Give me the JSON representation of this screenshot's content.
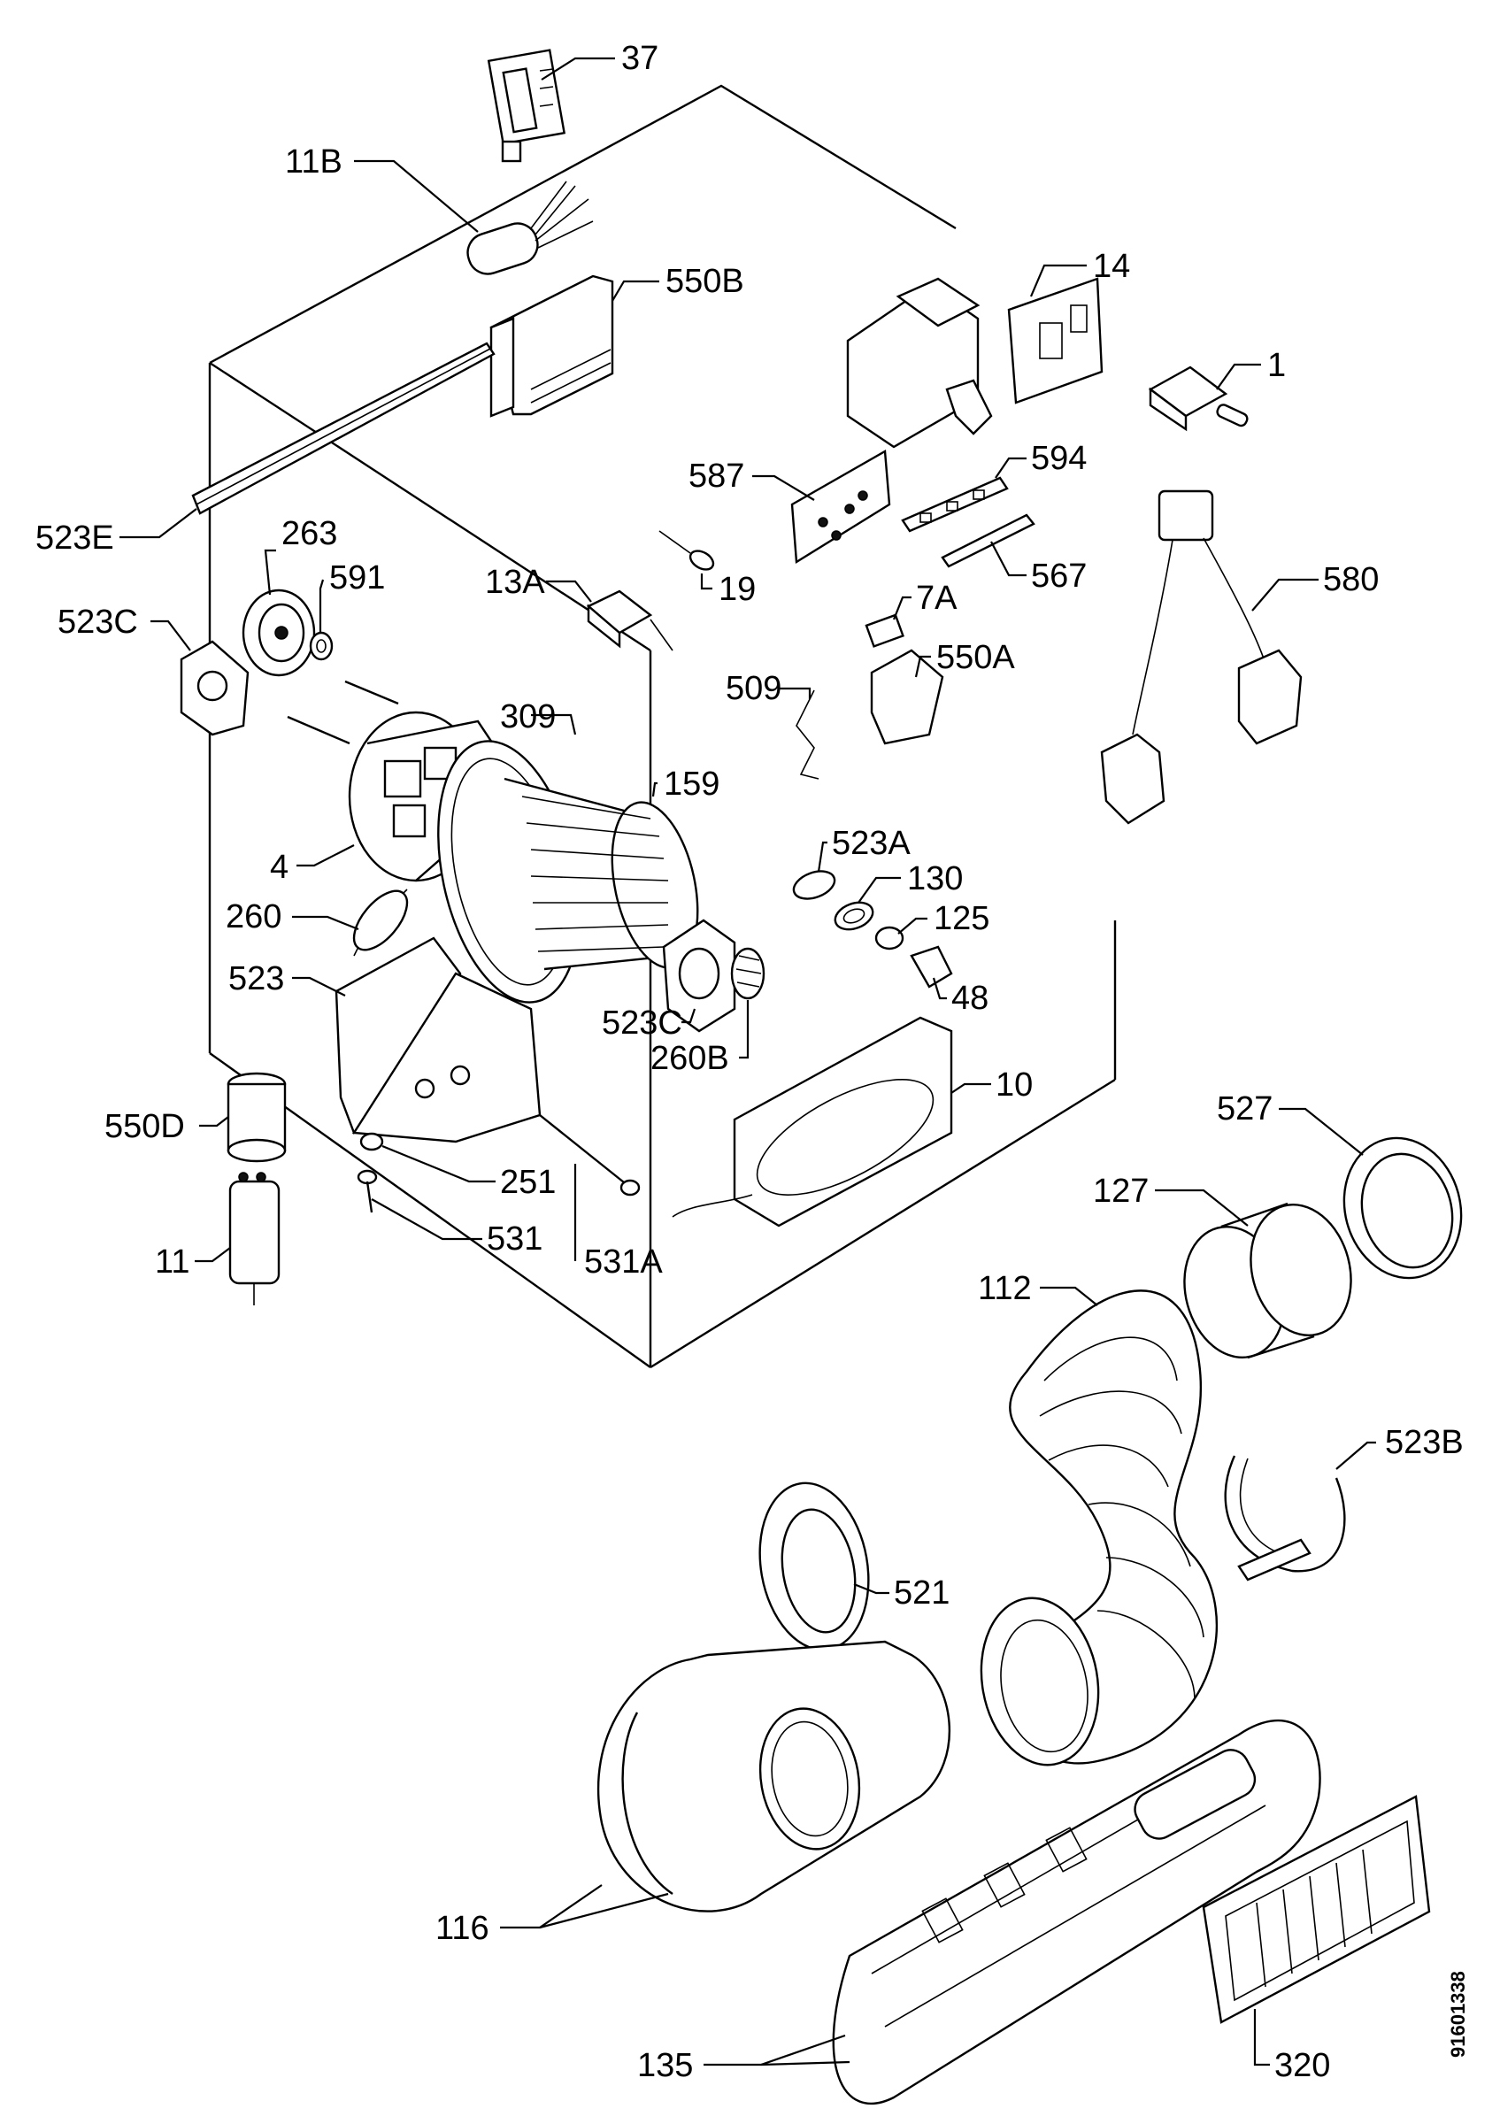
{
  "labels": {
    "p37": "37",
    "p11b": "11B",
    "p550b": "550B",
    "p14": "14",
    "p1": "1",
    "p523e": "523E",
    "p263": "263",
    "p591": "591",
    "p523c_a": "523C",
    "p587": "587",
    "p594": "594",
    "p13a": "13A",
    "p19": "19",
    "p567": "567",
    "p580": "580",
    "p7a": "7A",
    "p550a": "550A",
    "p509": "509",
    "p309": "309",
    "p159": "159",
    "p4": "4",
    "p523a": "523A",
    "p130": "130",
    "p125": "125",
    "p260": "260",
    "p48": "48",
    "p523": "523",
    "p523c_b": "523C",
    "p260b": "260B",
    "p10": "10",
    "p550d": "550D",
    "p527": "527",
    "p251": "251",
    "p127": "127",
    "p531": "531",
    "p11": "11",
    "p531a": "531A",
    "p112": "112",
    "p523b": "523B",
    "p521": "521",
    "p116": "116",
    "p135": "135",
    "p320": "320"
  },
  "drawing_code": "91601338"
}
